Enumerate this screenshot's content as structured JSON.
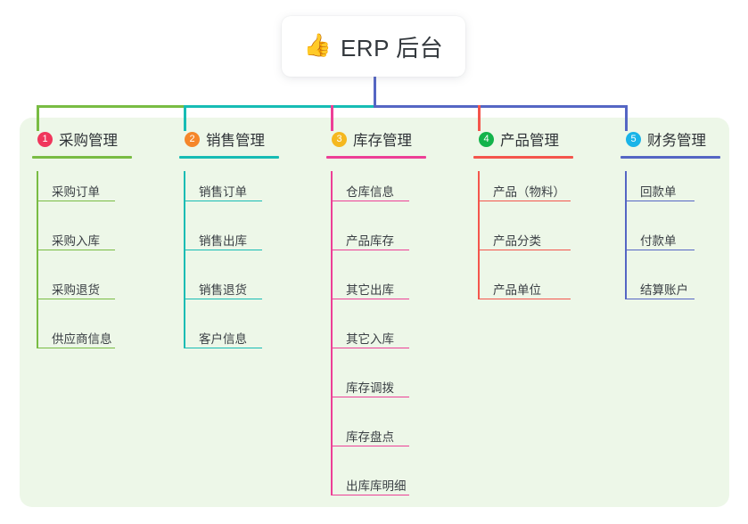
{
  "root": {
    "icon": "thumbs-up-emoji",
    "emoji": "👍",
    "title": "ERP 后台"
  },
  "palette": {
    "panel_bg": "#edf7e8",
    "page_bg": "#ffffff",
    "text": "#2f3337",
    "leaf_text": "#3a3f44"
  },
  "columns": [
    {
      "number": "1",
      "title": "采购管理",
      "badge_color": "#f0365c",
      "line_color": "#79bc43",
      "items": [
        {
          "label": "采购订单"
        },
        {
          "label": "采购入库"
        },
        {
          "label": "采购退货"
        },
        {
          "label": "供应商信息"
        }
      ]
    },
    {
      "number": "2",
      "title": "销售管理",
      "badge_color": "#f5862a",
      "line_color": "#17bcb4",
      "items": [
        {
          "label": "销售订单"
        },
        {
          "label": "销售出库"
        },
        {
          "label": "销售退货"
        },
        {
          "label": "客户信息"
        }
      ]
    },
    {
      "number": "3",
      "title": "库存管理",
      "badge_color": "#f5b820",
      "line_color": "#ed3f96",
      "items": [
        {
          "label": "仓库信息"
        },
        {
          "label": "产品库存"
        },
        {
          "label": "其它出库"
        },
        {
          "label": "其它入库"
        },
        {
          "label": "库存调拨"
        },
        {
          "label": "库存盘点"
        },
        {
          "label": "出库库明细"
        }
      ]
    },
    {
      "number": "4",
      "title": "产品管理",
      "badge_color": "#13b34b",
      "line_color": "#f4554c",
      "items": [
        {
          "label": "产品（物料）"
        },
        {
          "label": "产品分类"
        },
        {
          "label": "产品单位"
        }
      ]
    },
    {
      "number": "5",
      "title": "财务管理",
      "badge_color": "#1ab4e8",
      "line_color": "#5566c4",
      "items": [
        {
          "label": "回款单"
        },
        {
          "label": "付款单"
        },
        {
          "label": "结算账户"
        }
      ]
    }
  ],
  "connectors": {
    "trunk_color": "#5566c4",
    "bus_left_color": "#79bc43",
    "bus_mid_color": "#17bcb4",
    "bus_right_color": "#5566c4"
  }
}
